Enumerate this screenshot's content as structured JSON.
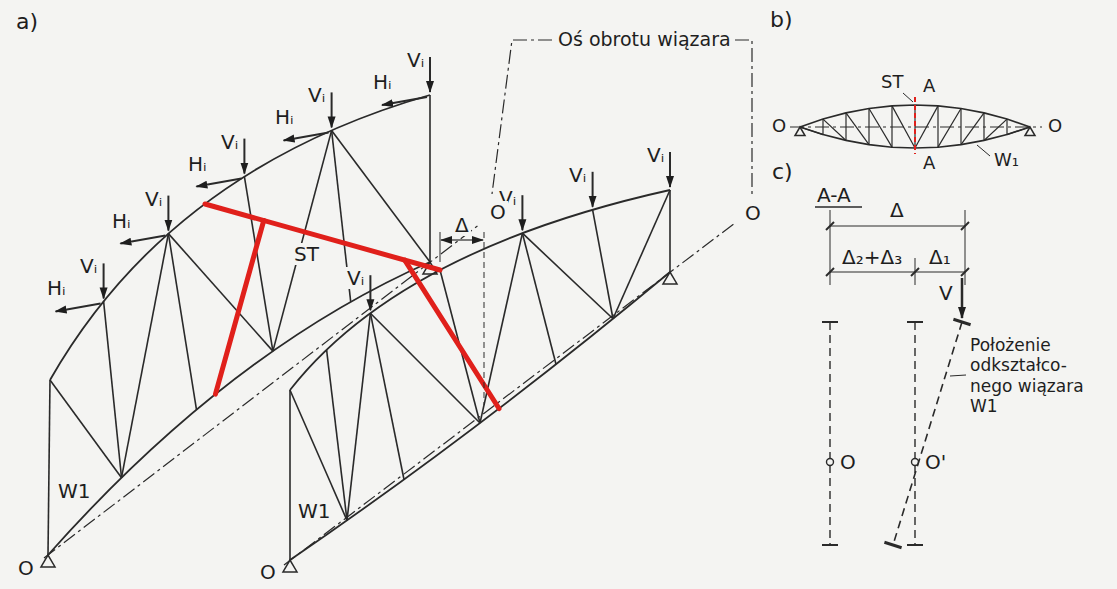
{
  "diagram": {
    "labels": [
      "a)",
      "Oś obrotu wiązara",
      "b)",
      "Vᵢ",
      "Vᵢ",
      "Vᵢ",
      "Vᵢ",
      "Vᵢ",
      "Hᵢ",
      "Hᵢ",
      "Hᵢ",
      "Hᵢ",
      "Hᵢ",
      "Vᵢ",
      "Vᵢ",
      "Vᵢ",
      "Vᵢ",
      "ST",
      "Δ",
      "W1",
      "W1",
      "O",
      "O",
      "O",
      "O",
      "O",
      "ST",
      "A",
      "A",
      "O",
      "W₁",
      "c)",
      "A-A",
      "Δ",
      "Δ₂+Δ₃",
      "Δ₁",
      "V",
      "O",
      "O'",
      "Położenie odkształco- nego wiązara W1"
    ]
  }
}
